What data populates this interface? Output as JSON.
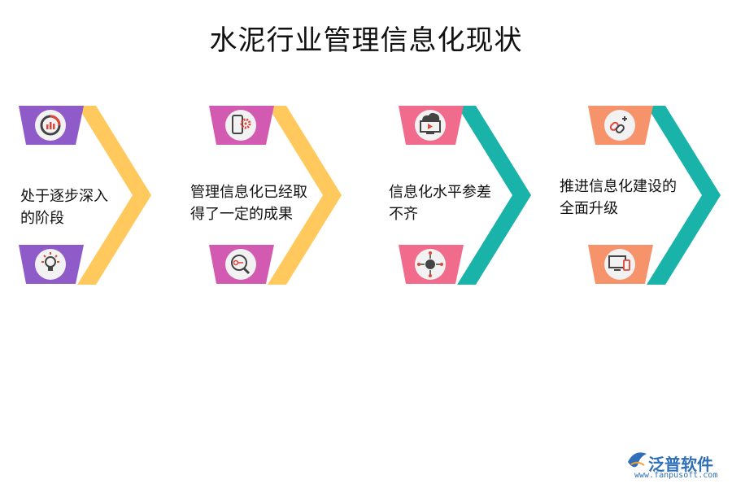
{
  "title": "水泥行业管理信息化现状",
  "steps": [
    {
      "text_line1": "处于逐步深入",
      "text_line2": "的阶段",
      "color": "#8e5bc9",
      "chevron_color": "#ffc95e",
      "top_icon": "donut-chart-icon",
      "bottom_icon": "lightbulb-icon"
    },
    {
      "text_line1": "管理信息化已经取",
      "text_line2": "得了一定的成果",
      "color": "#d35ab1",
      "chevron_color": "#ffc95e",
      "top_icon": "phone-gear-icon",
      "bottom_icon": "magnifier-key-icon"
    },
    {
      "text_line1": "信息化水平参差",
      "text_line2": "不齐",
      "color": "#f06b8c",
      "chevron_color": "#19b3aa",
      "top_icon": "cloud-monitor-icon",
      "bottom_icon": "network-globe-icon"
    },
    {
      "text_line1": "推进信息化建设的",
      "text_line2": "全面升级",
      "color": "#f7936b",
      "chevron_color": "#19b3aa",
      "top_icon": "link-plus-icon",
      "bottom_icon": "monitor-phone-icon"
    }
  ],
  "logo": {
    "name": "泛普软件",
    "url": "www.fanpusoft.com"
  }
}
